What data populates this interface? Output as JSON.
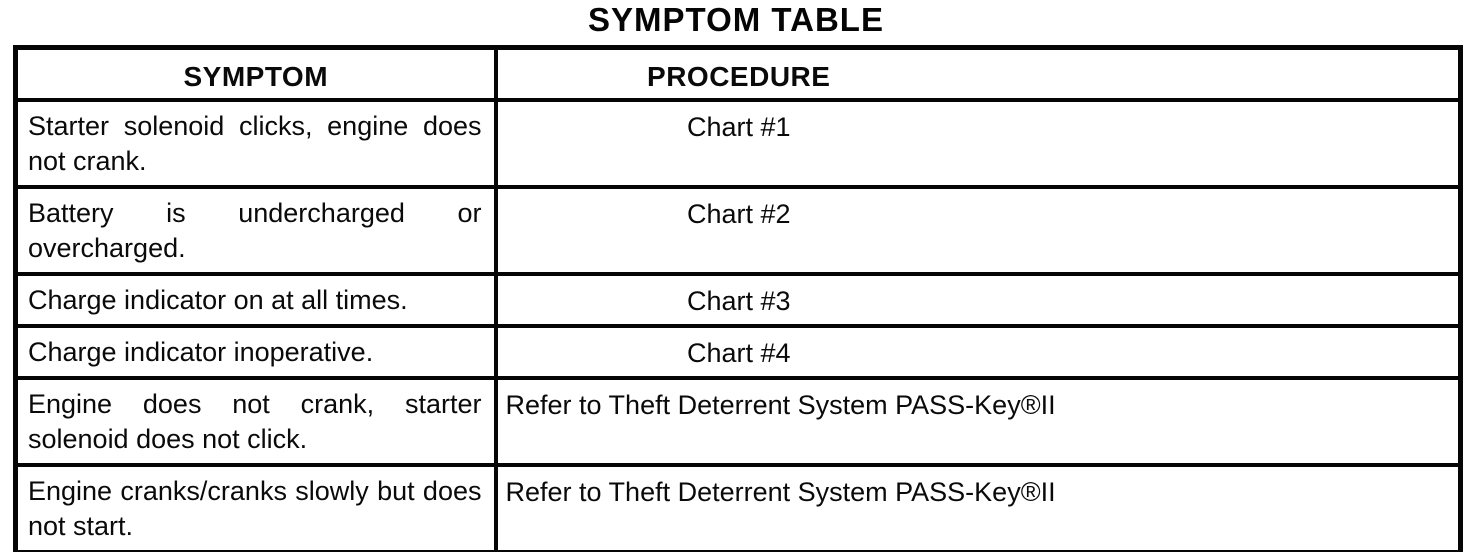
{
  "title": "SYMPTOM TABLE",
  "table": {
    "headers": [
      "SYMPTOM",
      "PROCEDURE"
    ],
    "rows": [
      {
        "symptom": "Starter solenoid clicks, engine does not crank.",
        "procedure": "Chart #1"
      },
      {
        "symptom": "Battery is undercharged or overcharged.",
        "procedure": "Chart #2"
      },
      {
        "symptom": "Charge indicator on at all times.",
        "procedure": "Chart #3"
      },
      {
        "symptom": "Charge indicator inoperative.",
        "procedure": "Chart #4"
      },
      {
        "symptom": "Engine does not crank, starter solenoid does not click.",
        "procedure": "Refer to Theft Deterrent System PASS-Key®II"
      },
      {
        "symptom": "Engine cranks/cranks slowly but does not start.",
        "procedure": "Refer to Theft Deterrent System PASS-Key®II"
      }
    ]
  },
  "colors": {
    "ink": "#0a0a0a",
    "paper": "#ffffff"
  }
}
